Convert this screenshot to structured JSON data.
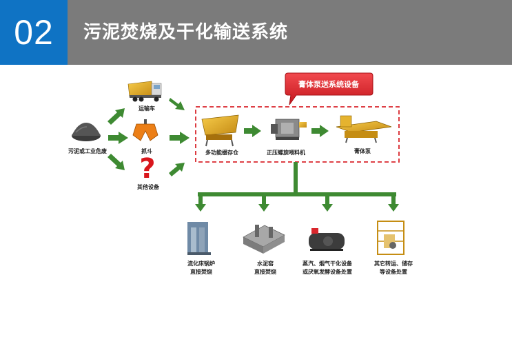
{
  "header": {
    "number": "02",
    "title": "污泥焚烧及干化输送系统"
  },
  "callout": "膏体泵送系统设备",
  "sources": {
    "input": "污泥或工业危废",
    "truck": "运输车",
    "grab": "抓斗",
    "other": "其他设备"
  },
  "equipment": {
    "silo": "多功能缓存仓",
    "feeder": "正压螺旋喂料机",
    "pump": "膏体泵"
  },
  "outputs": [
    {
      "line1": "流化床锅炉",
      "line2": "直接焚烧"
    },
    {
      "line1": "水泥窑",
      "line2": "直接焚烧"
    },
    {
      "line1": "蒸汽、烟气干化设备",
      "line2": "或厌氧发酵设备处置"
    },
    {
      "line1": "其它转运、储存",
      "line2": "等设备处置"
    }
  ],
  "colors": {
    "header_bg": "#7b7b7b",
    "number_bg": "#0f73c4",
    "arrow": "#3e8a32",
    "dash_box": "#d9262c",
    "callout": "#e02128"
  }
}
